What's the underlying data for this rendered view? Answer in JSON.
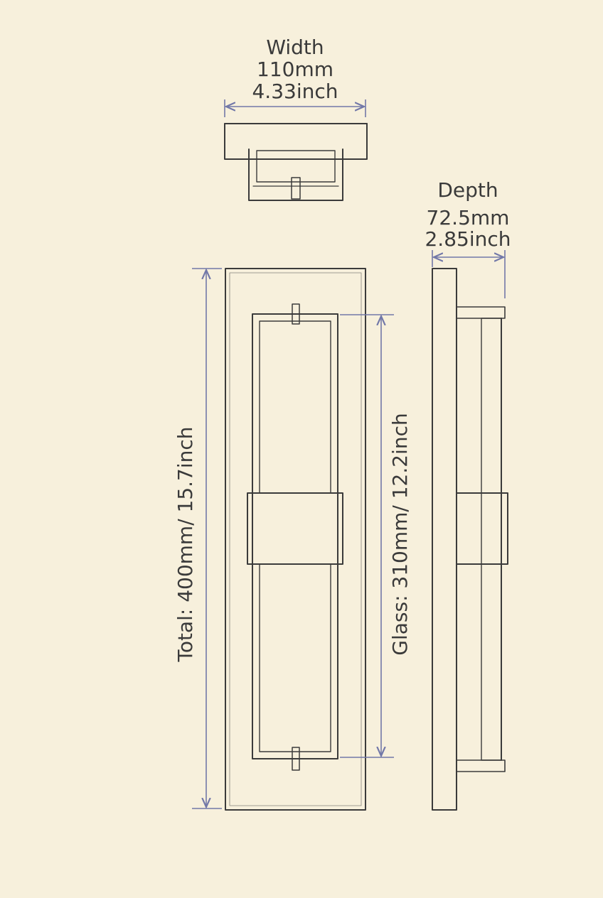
{
  "width": {
    "title": "Width",
    "metric": "110mm",
    "imperial": "4.33inch"
  },
  "depth": {
    "title": "Depth",
    "metric": "72.5mm",
    "imperial": "2.85inch"
  },
  "total": {
    "label": "Total: 400mm/ 15.7inch"
  },
  "glass": {
    "label": "Glass: 310mm/ 12.2inch"
  },
  "colors": {
    "paper": "#f7f0dc",
    "ink": "#3b3b3b",
    "dimension": "#7278a8"
  }
}
